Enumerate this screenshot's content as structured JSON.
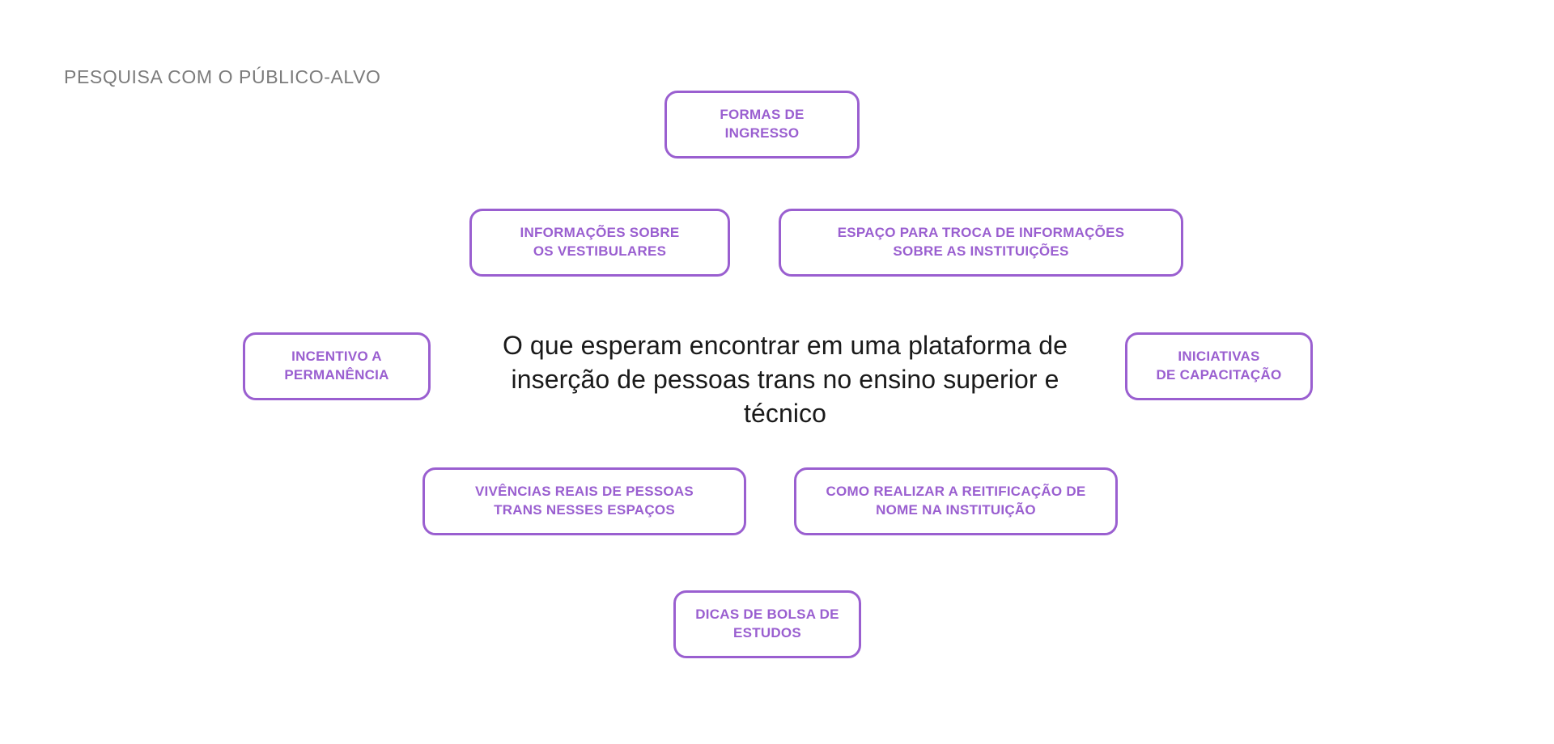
{
  "page": {
    "background_color": "#ffffff",
    "accent_color": "#9a5fd0",
    "eyebrow_color": "#7b7b7b",
    "heading_color": "#1a1a1a"
  },
  "eyebrow": {
    "text": "PESQUISA COM O PÚBLICO-ALVO"
  },
  "center": {
    "question": "O que esperam encontrar em uma plataforma de inserção de pessoas trans no ensino superior e técnico"
  },
  "nodes": [
    {
      "id": "formas-ingresso",
      "label": "FORMAS DE\nINGRESSO"
    },
    {
      "id": "info-vestibulares",
      "label": "INFORMAÇÕES SOBRE\nOS VESTIBULARES"
    },
    {
      "id": "espaco-troca",
      "label": "ESPAÇO PARA TROCA DE INFORMAÇÕES\nSOBRE AS INSTITUIÇÕES"
    },
    {
      "id": "incentivo-permanencia",
      "label": "INCENTIVO A\nPERMANÊNCIA"
    },
    {
      "id": "iniciativas-capacitacao",
      "label": "INICIATIVAS\nDE CAPACITAÇÃO"
    },
    {
      "id": "vivencias-reais",
      "label": "VIVÊNCIAS REAIS DE PESSOAS\nTRANS NESSES ESPAÇOS"
    },
    {
      "id": "reitificacao-nome",
      "label": "COMO REALIZAR A REITIFICAÇÃO DE\nNOME NA INSTITUIÇÃO"
    },
    {
      "id": "dicas-bolsa",
      "label": "DICAS DE BOLSA DE\nESTUDOS"
    }
  ]
}
